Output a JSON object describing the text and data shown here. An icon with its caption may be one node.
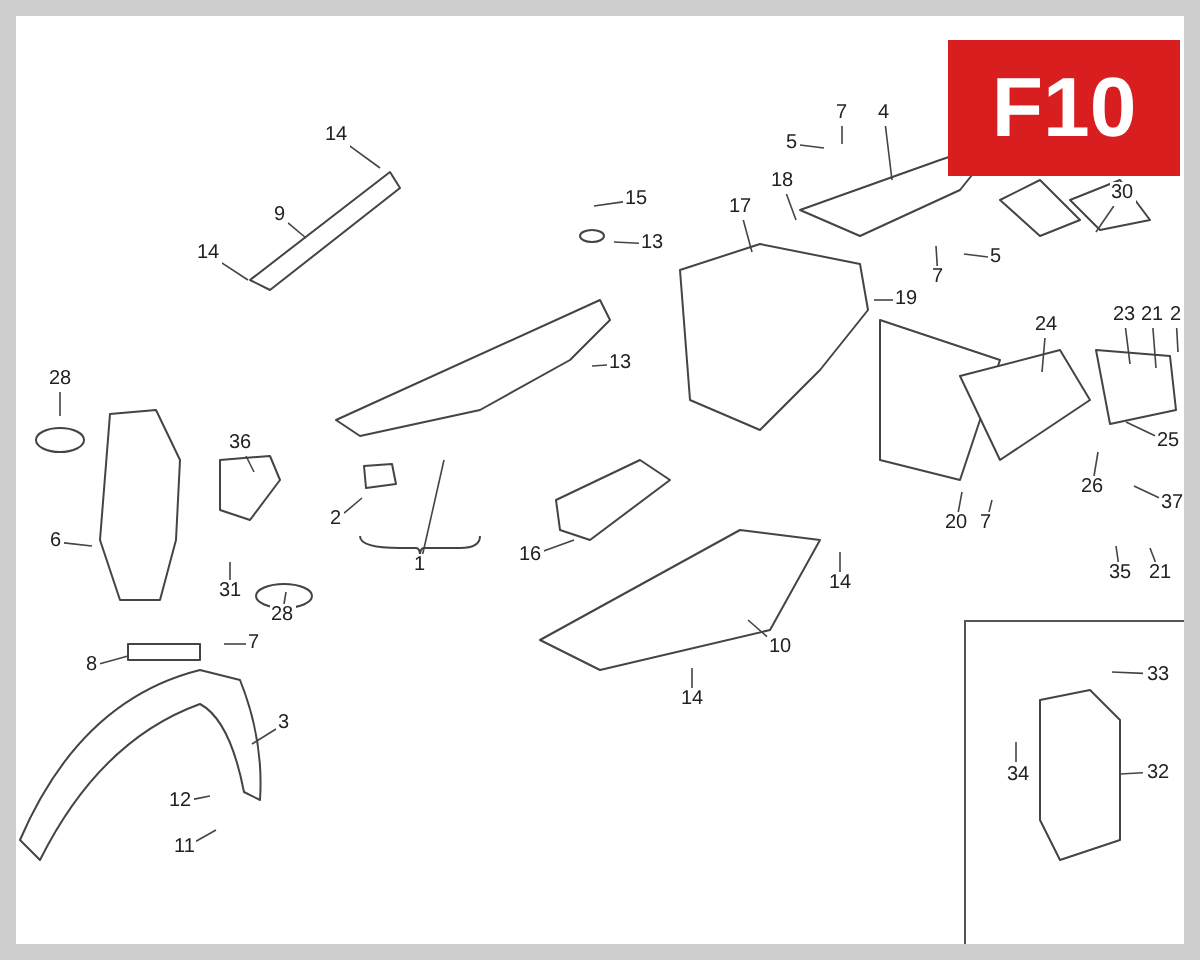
{
  "diagram": {
    "nodes": [
      {
        "text": [
          "7"
        ]
      },
      {
        "text": [
          "4"
        ]
      },
      {
        "text": [
          "14"
        ]
      },
      {
        "text": [
          "5"
        ]
      },
      {
        "text": [
          "18"
        ]
      },
      {
        "text": [
          "30"
        ]
      },
      {
        "text": [
          "15"
        ]
      },
      {
        "text": [
          "17"
        ]
      },
      {
        "text": [
          "9"
        ]
      },
      {
        "text": [
          "13"
        ]
      },
      {
        "text": [
          "14"
        ]
      },
      {
        "text": [
          "5"
        ]
      },
      {
        "text": [
          "7"
        ]
      },
      {
        "text": [
          "19"
        ]
      },
      {
        "text": [
          "24"
        ]
      },
      {
        "text": [
          "23"
        ]
      },
      {
        "text": [
          "21"
        ]
      },
      {
        "text": [
          "2"
        ]
      },
      {
        "text": [
          "13"
        ]
      },
      {
        "text": [
          "28"
        ]
      },
      {
        "text": [
          "36"
        ]
      },
      {
        "text": [
          "25"
        ]
      },
      {
        "text": [
          "26"
        ]
      },
      {
        "text": [
          "37"
        ]
      },
      {
        "text": [
          "2"
        ]
      },
      {
        "text": [
          "20"
        ]
      },
      {
        "text": [
          "7"
        ]
      },
      {
        "text": [
          "1"
        ]
      },
      {
        "text": [
          "16"
        ]
      },
      {
        "text": [
          "6"
        ]
      },
      {
        "text": [
          "14"
        ]
      },
      {
        "text": [
          "35"
        ]
      },
      {
        "text": [
          "21"
        ]
      },
      {
        "text": [
          "31"
        ]
      },
      {
        "text": [
          "28"
        ]
      },
      {
        "text": [
          "7"
        ]
      },
      {
        "text": [
          "10"
        ]
      },
      {
        "text": [
          "8"
        ]
      },
      {
        "text": [],
        "shape": "box"
      },
      {
        "text": [
          "33"
        ],
        "in": 38
      },
      {
        "text": [
          "14"
        ]
      },
      {
        "text": [
          "3"
        ]
      },
      {
        "text": [
          "32"
        ],
        "in": 38
      },
      {
        "text": [
          "34"
        ],
        "in": 38
      },
      {
        "text": [
          "12"
        ]
      },
      {
        "text": [
          "11"
        ]
      }
    ],
    "edges": [
      {
        "from": 0,
        "to": null,
        "arrow": "none"
      },
      {
        "from": 1,
        "to": null,
        "arrow": "none"
      },
      {
        "from": 2,
        "to": null,
        "arrow": "none"
      },
      {
        "from": 3,
        "to": null,
        "arrow": "none"
      },
      {
        "from": 4,
        "to": null,
        "arrow": "none"
      },
      {
        "from": 5,
        "to": null,
        "arrow": "none"
      },
      {
        "from": 6,
        "to": null,
        "arrow": "none"
      },
      {
        "from": 7,
        "to": null,
        "arrow": "none"
      },
      {
        "from": 8,
        "to": null,
        "arrow": "none"
      },
      {
        "from": 9,
        "to": null,
        "arrow": "none"
      },
      {
        "from": 10,
        "to": null,
        "arrow": "none"
      },
      {
        "from": 11,
        "to": null,
        "arrow": "none"
      },
      {
        "from": 12,
        "to": null,
        "arrow": "none"
      },
      {
        "from": 13,
        "to": null,
        "arrow": "none"
      },
      {
        "from": 14,
        "to": null,
        "arrow": "none"
      },
      {
        "from": 15,
        "to": null,
        "arrow": "none"
      },
      {
        "from": 16,
        "to": null,
        "arrow": "none"
      },
      {
        "from": 17,
        "to": null,
        "arrow": "none"
      },
      {
        "from": 18,
        "to": null,
        "arrow": "none"
      },
      {
        "from": 19,
        "to": null,
        "arrow": "none"
      },
      {
        "from": 20,
        "to": null,
        "arrow": "none"
      },
      {
        "from": 21,
        "to": null,
        "arrow": "none"
      },
      {
        "from": 22,
        "to": null,
        "arrow": "none"
      },
      {
        "from": 23,
        "to": null,
        "arrow": "none"
      },
      {
        "from": 24,
        "to": null,
        "arrow": "none"
      },
      {
        "from": 25,
        "to": null,
        "arrow": "none"
      },
      {
        "from": 26,
        "to": null,
        "arrow": "none"
      },
      {
        "from": 27,
        "to": null,
        "arrow": "none"
      },
      {
        "from": 28,
        "to": null,
        "arrow": "none"
      },
      {
        "from": 29,
        "to": null,
        "arrow": "none"
      },
      {
        "from": 30,
        "to": null,
        "arrow": "none"
      },
      {
        "from": 31,
        "to": null,
        "arrow": "none"
      },
      {
        "from": 32,
        "to": null,
        "arrow": "none"
      },
      {
        "from": 33,
        "to": null,
        "arrow": "none"
      },
      {
        "from": 34,
        "to": null,
        "arrow": "none"
      },
      {
        "from": 35,
        "to": null,
        "arrow": "none"
      },
      {
        "from": 36,
        "to": null,
        "arrow": "none"
      },
      {
        "from": 37,
        "to": null,
        "arrow": "none"
      },
      {
        "from": 39,
        "to": null,
        "arrow": "none"
      },
      {
        "from": 40,
        "to": null,
        "arrow": "none"
      },
      {
        "from": 41,
        "to": null,
        "arrow": "none"
      },
      {
        "from": 42,
        "to": null,
        "arrow": "none"
      },
      {
        "from": 43,
        "to": null,
        "arrow": "none"
      },
      {
        "from": 44,
        "to": null,
        "arrow": "none"
      },
      {
        "from": 45,
        "to": null,
        "arrow": "none"
      }
    ],
    "labels": [
      "F10"
    ]
  }
}
